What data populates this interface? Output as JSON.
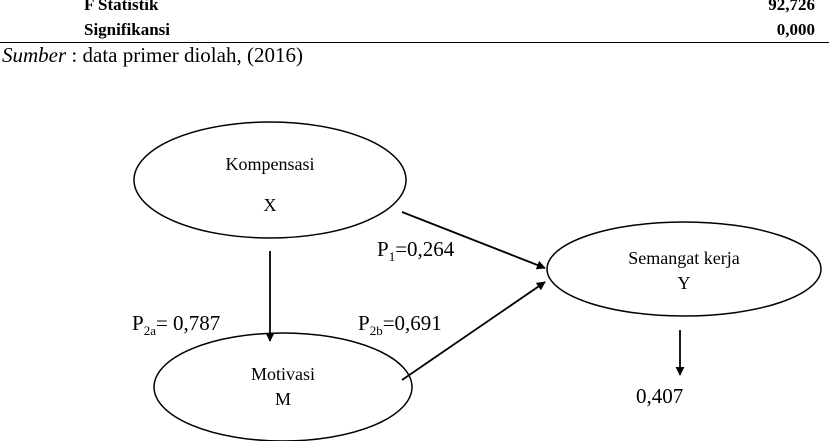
{
  "table": {
    "rows": [
      {
        "label": "F Statistik",
        "value": "92,726"
      },
      {
        "label": "Signifikansi",
        "value": "0,000"
      }
    ]
  },
  "source": {
    "prefix": "Sumber",
    "text": " : data primer diolah, (2016)"
  },
  "diagram": {
    "nodes": {
      "x": {
        "name": "Kompensasi",
        "code": "X"
      },
      "m": {
        "name": "Motivasi",
        "code": "M"
      },
      "y": {
        "name": "Semangat kerja",
        "code": "Y"
      }
    },
    "paths": {
      "p1": {
        "letter": "P",
        "sub": "1",
        "value": "=0,264"
      },
      "p2a": {
        "letter": "P",
        "sub": "2a",
        "value": "= 0,787"
      },
      "p2b": {
        "letter": "P",
        "sub": "2b",
        "value": "=0,691"
      }
    },
    "residual": "0,407"
  }
}
